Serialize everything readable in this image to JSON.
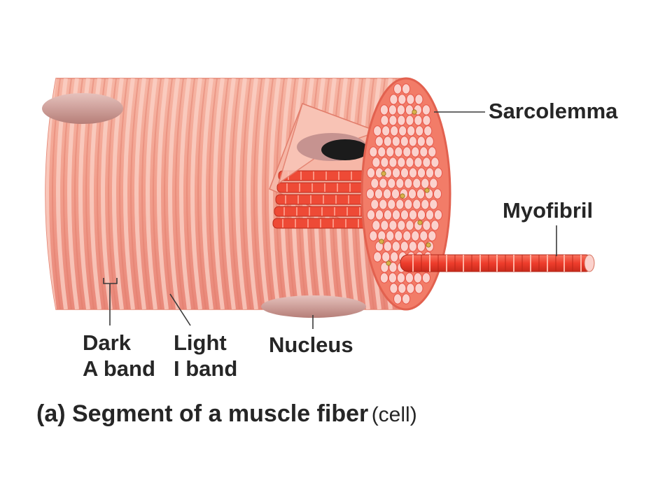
{
  "labels": {
    "sarcolemma": "Sarcolemma",
    "myofibril": "Myofibril",
    "dark": "Dark",
    "a_band": "A band",
    "light": "Light",
    "i_band": "I band",
    "nucleus": "Nucleus"
  },
  "caption": {
    "main": "(a) Segment of a muscle fiber",
    "paren": "(cell)"
  },
  "colors": {
    "fiber": "#f1a08f",
    "fiber_dark": "#e07a68",
    "myofibril": "#ee3d2c",
    "myofibril_end": "#fbd2cd",
    "nucleus": "#c98e8a",
    "text": "#262626"
  }
}
